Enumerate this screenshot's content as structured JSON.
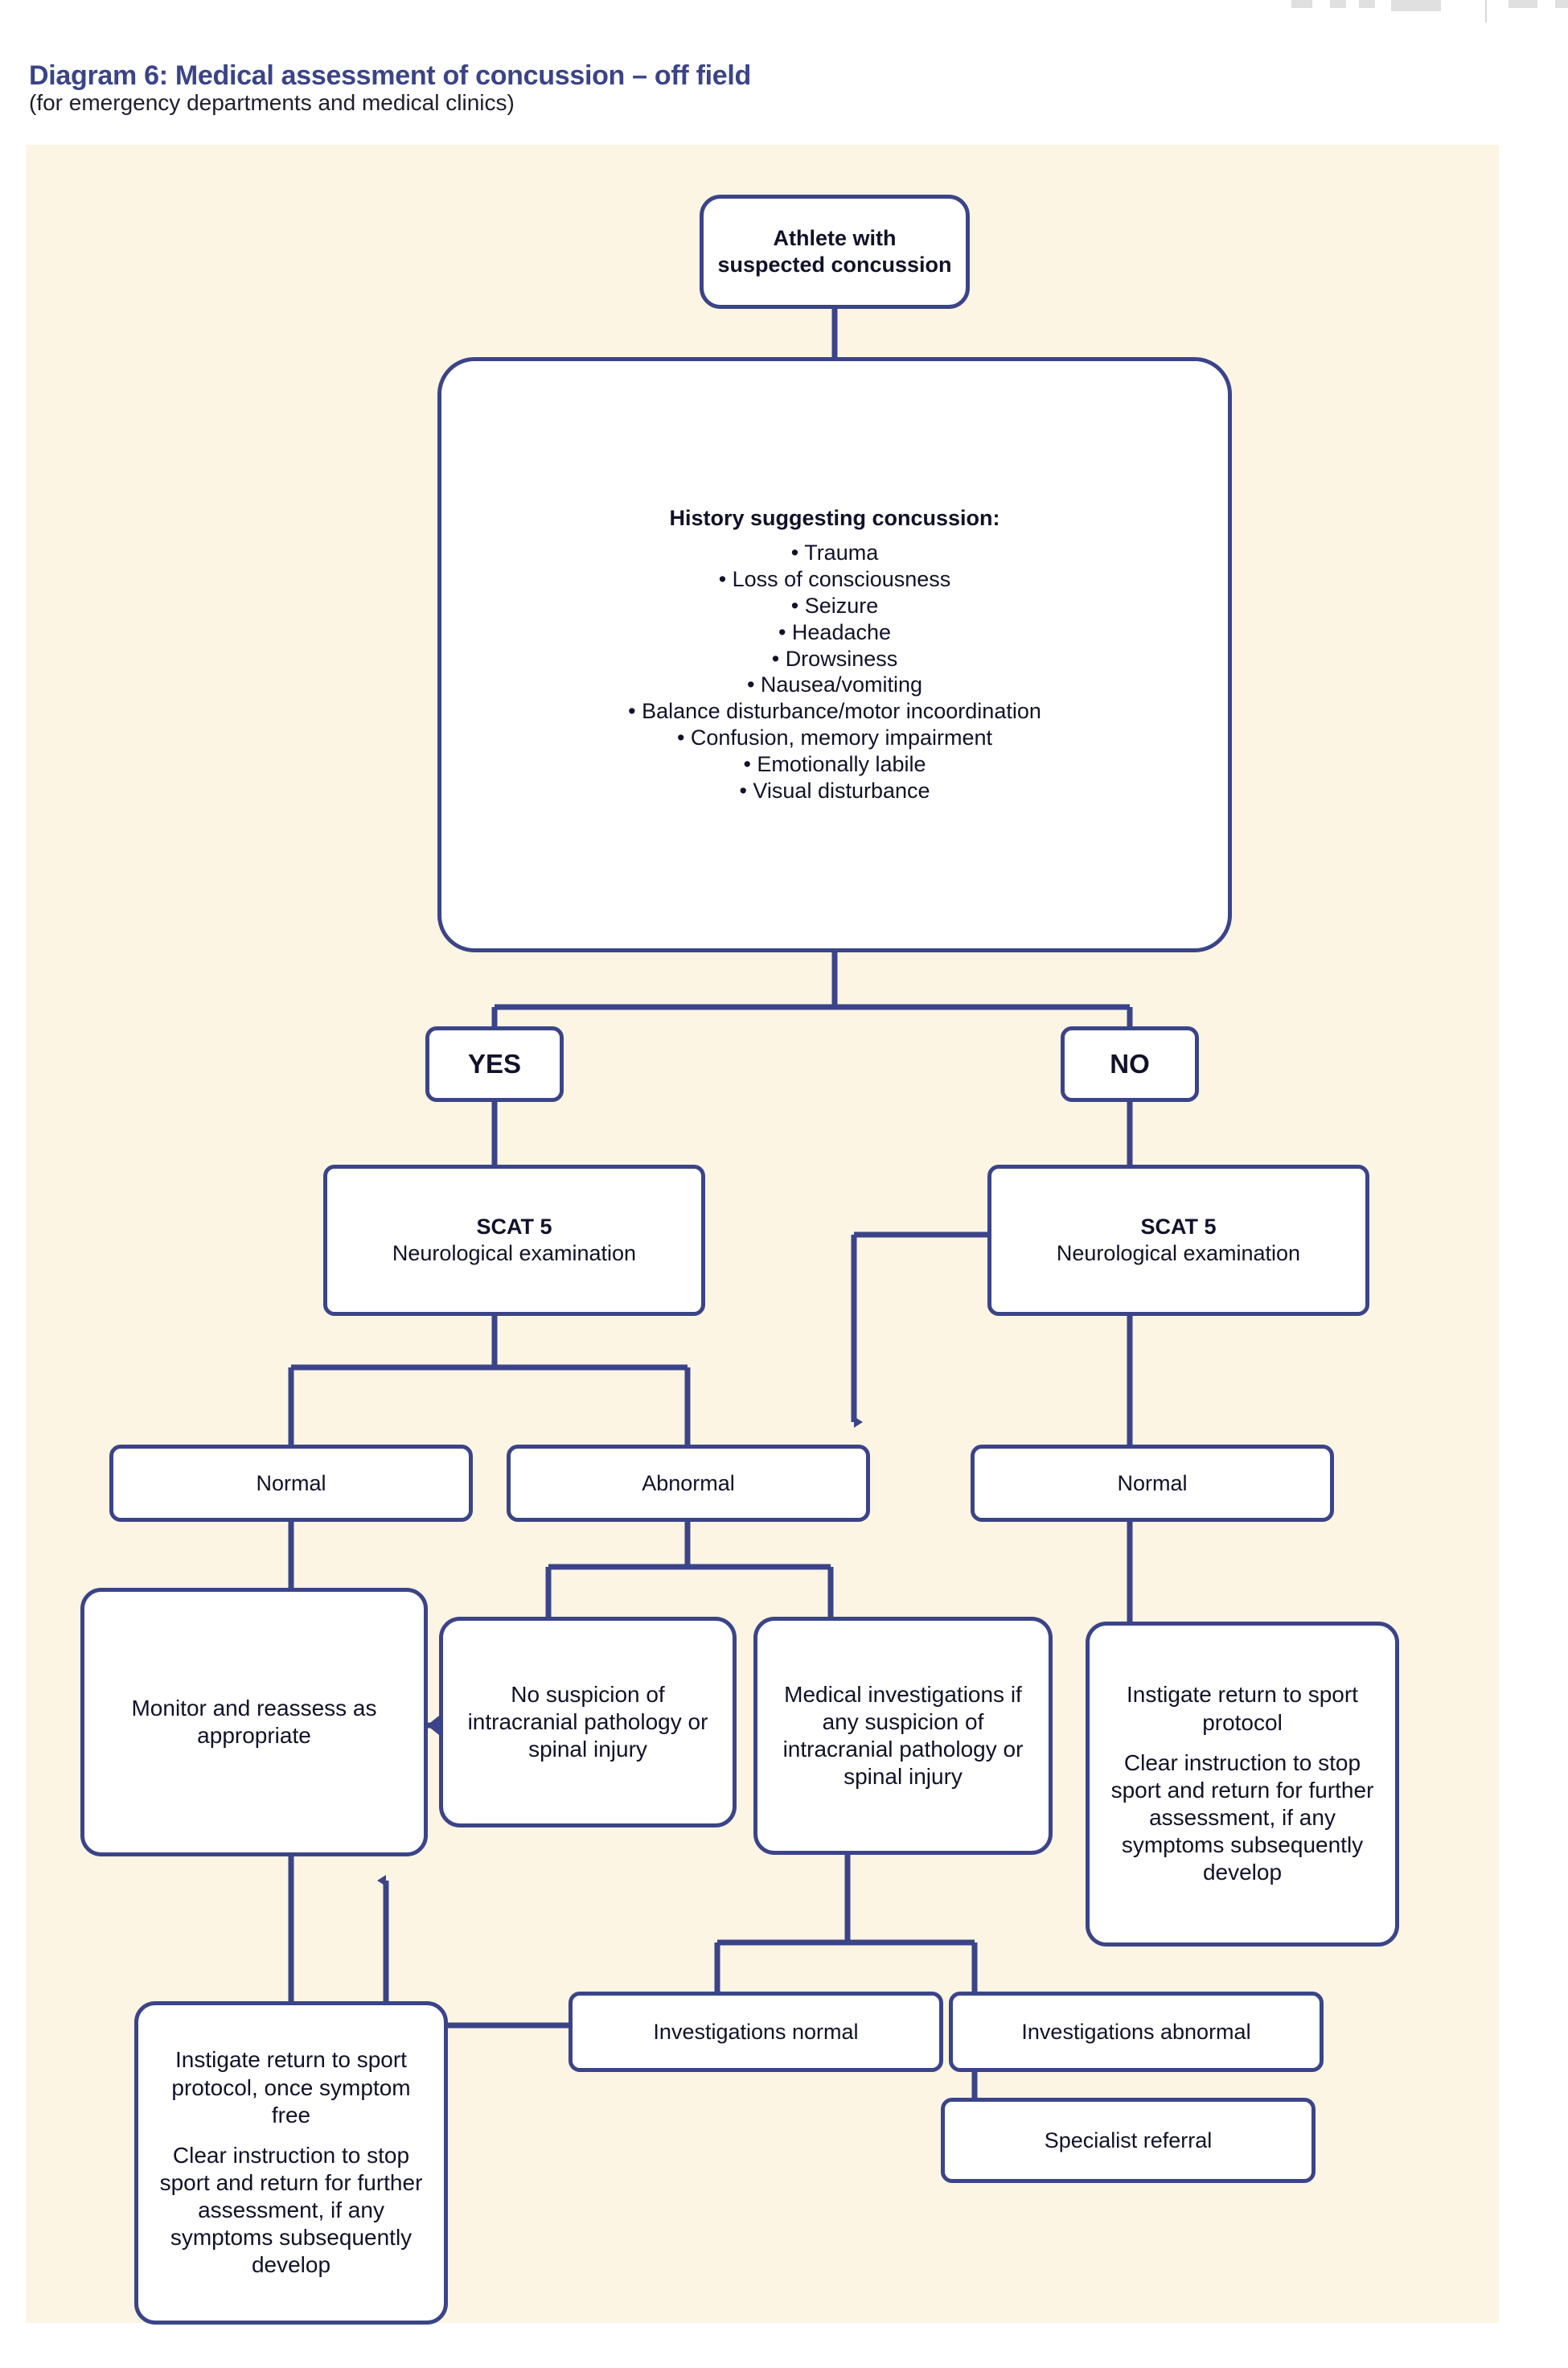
{
  "page": {
    "title": "Diagram 6: Medical assessment of concussion – off field",
    "subtitle": "(for emergency departments and medical clinics)",
    "accent_color": "#3b4488",
    "title_color": "#3b4488",
    "panel_background": "#fdf5e4",
    "node_background": "#ffffff",
    "text_color": "#11112a"
  },
  "chart_data": {
    "type": "diagram",
    "subtype": "flowchart",
    "title": "Diagram 6: Medical assessment of concussion – off field",
    "subtitle": "(for emergency departments and medical clinics)",
    "nodes": [
      {
        "id": "start",
        "label": "Athlete with suspected concussion"
      },
      {
        "id": "history",
        "label": "History suggesting concussion:"
      },
      {
        "id": "yes",
        "label": "YES"
      },
      {
        "id": "no",
        "label": "NO"
      },
      {
        "id": "scat5-left",
        "label": "SCAT 5 Neurological examination"
      },
      {
        "id": "scat5-right",
        "label": "SCAT 5 Neurological examination"
      },
      {
        "id": "normal-left",
        "label": "Normal"
      },
      {
        "id": "abnormal",
        "label": "Abnormal"
      },
      {
        "id": "normal-right",
        "label": "Normal"
      },
      {
        "id": "monitor",
        "label": "Monitor and reassess as appropriate"
      },
      {
        "id": "no-suspicion",
        "label": "No suspicion of intracranial pathology or spinal injury"
      },
      {
        "id": "medical-invest",
        "label": "Medical investigations if any suspicion of intracranial pathology or spinal injury"
      },
      {
        "id": "instigate-right",
        "label": "Instigate return to sport protocol / Clear instruction to stop sport and return for further assessment, if any symptoms subsequently develop"
      },
      {
        "id": "instigate-left",
        "label": "Instigate return to sport protocol, once symptom free / Clear instruction to stop sport and return for further assessment, if any symptoms subsequently develop"
      },
      {
        "id": "invest-normal",
        "label": "Investigations normal"
      },
      {
        "id": "invest-abnormal",
        "label": "Investigations abnormal"
      },
      {
        "id": "specialist",
        "label": "Specialist referral"
      }
    ],
    "edges": [
      {
        "from": "start",
        "to": "history",
        "arrow": false
      },
      {
        "from": "history",
        "to": "yes",
        "arrow": false
      },
      {
        "from": "history",
        "to": "no",
        "arrow": false
      },
      {
        "from": "yes",
        "to": "scat5-left",
        "arrow": false
      },
      {
        "from": "no",
        "to": "scat5-right",
        "arrow": false
      },
      {
        "from": "scat5-left",
        "to": "normal-left",
        "arrow": false
      },
      {
        "from": "scat5-left",
        "to": "abnormal",
        "arrow": false
      },
      {
        "from": "scat5-right",
        "to": "normal-right",
        "arrow": false
      },
      {
        "from": "scat5-right",
        "to": "abnormal",
        "arrow": true
      },
      {
        "from": "normal-left",
        "to": "monitor",
        "arrow": false
      },
      {
        "from": "abnormal",
        "to": "no-suspicion",
        "arrow": false
      },
      {
        "from": "abnormal",
        "to": "medical-invest",
        "arrow": false
      },
      {
        "from": "no-suspicion",
        "to": "monitor",
        "arrow": true
      },
      {
        "from": "normal-right",
        "to": "instigate-right",
        "arrow": false
      },
      {
        "from": "monitor",
        "to": "instigate-left",
        "arrow": false
      },
      {
        "from": "medical-invest",
        "to": "invest-normal",
        "arrow": false
      },
      {
        "from": "medical-invest",
        "to": "invest-abnormal",
        "arrow": false
      },
      {
        "from": "invest-normal",
        "to": "monitor",
        "arrow": true
      },
      {
        "from": "invest-abnormal",
        "to": "specialist",
        "arrow": false
      }
    ]
  },
  "nodes": {
    "start": {
      "line1": "Athlete with",
      "line2": "suspected concussion"
    },
    "history": {
      "heading": "History suggesting concussion:",
      "items": [
        "• Trauma",
        "• Loss of consciousness",
        "• Seizure",
        "• Headache",
        "• Drowsiness",
        "• Nausea/vomiting",
        "• Balance disturbance/motor incoordination",
        "• Confusion, memory impairment",
        "• Emotionally labile",
        "• Visual disturbance"
      ]
    },
    "yes": {
      "label": "YES"
    },
    "no": {
      "label": "NO"
    },
    "scat5_left": {
      "title": "SCAT 5",
      "sub": "Neurological examination"
    },
    "scat5_right": {
      "title": "SCAT 5",
      "sub": "Neurological examination"
    },
    "normal_left": {
      "label": "Normal"
    },
    "abnormal": {
      "label": "Abnormal"
    },
    "normal_right": {
      "label": "Normal"
    },
    "monitor": {
      "label": "Monitor and reassess as appropriate"
    },
    "no_suspicion": {
      "label": "No suspicion of intracranial pathology or spinal injury"
    },
    "medical_investigations": {
      "label": "Medical investigations if any suspicion of intracranial pathology or spinal injury"
    },
    "instigate_right": {
      "para1": "Instigate return to sport protocol",
      "para2": "Clear instruction to stop sport and return for further assessment, if any symptoms subsequently develop"
    },
    "instigate_left": {
      "para1": "Instigate return to sport protocol, once symptom free",
      "para2": "Clear instruction to stop sport and return for further assessment, if any symptoms subsequently develop"
    },
    "investigations_normal": {
      "label": "Investigations normal"
    },
    "investigations_abnormal": {
      "label": "Investigations abnormal"
    },
    "specialist_referral": {
      "label": "Specialist referral"
    }
  }
}
